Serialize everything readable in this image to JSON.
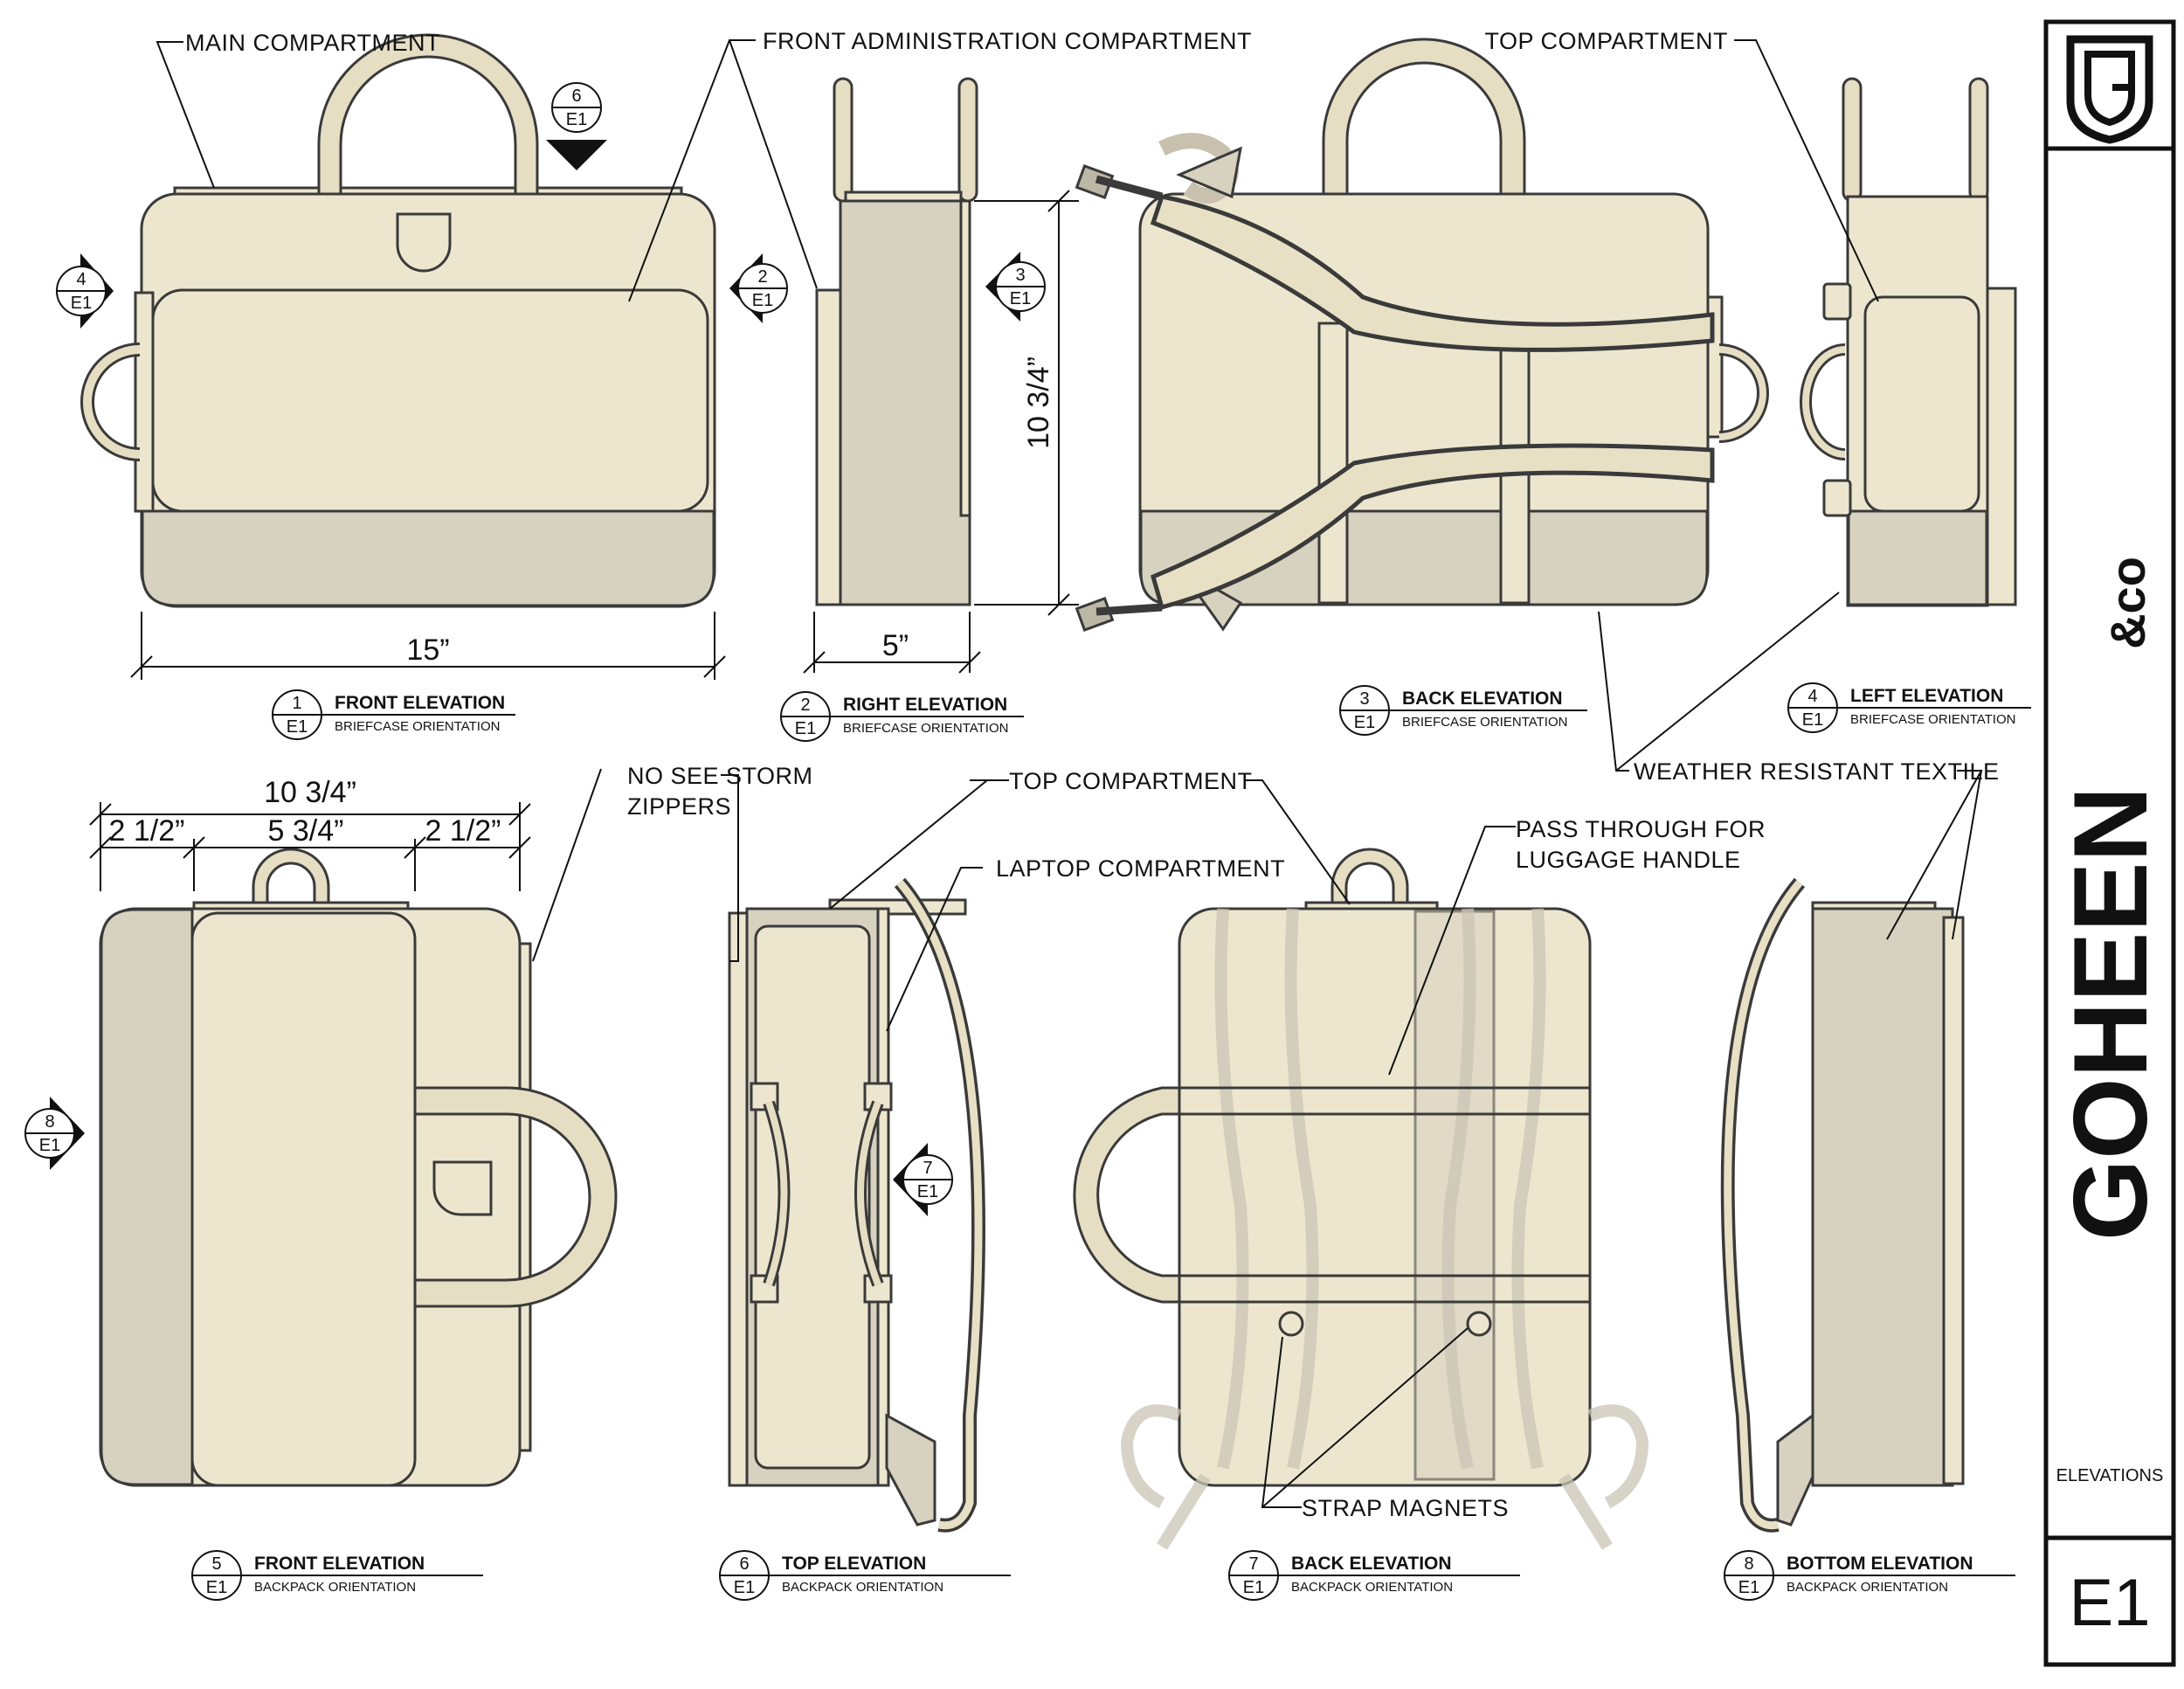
{
  "labels": {
    "main_compartment": "MAIN COMPARTMENT",
    "front_admin": "FRONT ADMINISTRATION COMPARTMENT",
    "top_compartment_1": "TOP COMPARTMENT",
    "no_see_1": "NO SEE STORM",
    "no_see_2": "ZIPPERS",
    "top_compartment_2": "TOP COMPARTMENT",
    "laptop": "LAPTOP COMPARTMENT",
    "pass_1": "PASS THROUGH FOR",
    "pass_2": "LUGGAGE HANDLE",
    "weather": "WEATHER RESISTANT TEXTILE",
    "magnets": "STRAP MAGNETS"
  },
  "dimensions": {
    "width": "15”",
    "depth": "5”",
    "height": "10 3/4”",
    "top_total": "10 3/4”",
    "left_seg": "2 1/2”",
    "mid_seg": "5 3/4”",
    "right_seg": "2 1/2”"
  },
  "titles": [
    {
      "num": "1",
      "sheet": "E1",
      "name": "FRONT ELEVATION",
      "sub": "BRIEFCASE ORIENTATION"
    },
    {
      "num": "2",
      "sheet": "E1",
      "name": "RIGHT ELEVATION",
      "sub": "BRIEFCASE ORIENTATION"
    },
    {
      "num": "3",
      "sheet": "E1",
      "name": "BACK ELEVATION",
      "sub": "BRIEFCASE ORIENTATION"
    },
    {
      "num": "4",
      "sheet": "E1",
      "name": "LEFT ELEVATION",
      "sub": "BRIEFCASE ORIENTATION"
    },
    {
      "num": "5",
      "sheet": "E1",
      "name": "FRONT ELEVATION",
      "sub": "BACKPACK ORIENTATION"
    },
    {
      "num": "6",
      "sheet": "E1",
      "name": "TOP ELEVATION",
      "sub": "BACKPACK ORIENTATION"
    },
    {
      "num": "7",
      "sheet": "E1",
      "name": "BACK ELEVATION",
      "sub": "BACKPACK ORIENTATION"
    },
    {
      "num": "8",
      "sheet": "E1",
      "name": "BOTTOM ELEVATION",
      "sub": "BACKPACK ORIENTATION"
    }
  ],
  "markers": [
    {
      "num": "6",
      "sheet": "E1"
    },
    {
      "num": "4",
      "sheet": "E1"
    },
    {
      "num": "2",
      "sheet": "E1"
    },
    {
      "num": "3",
      "sheet": "E1"
    },
    {
      "num": "8",
      "sheet": "E1"
    },
    {
      "num": "7",
      "sheet": "E1"
    }
  ],
  "titleblock": {
    "brand": "GOHEEN",
    "brand_mark": "&co",
    "sheet_title": "ELEVATIONS",
    "sheet_number": "E1"
  }
}
